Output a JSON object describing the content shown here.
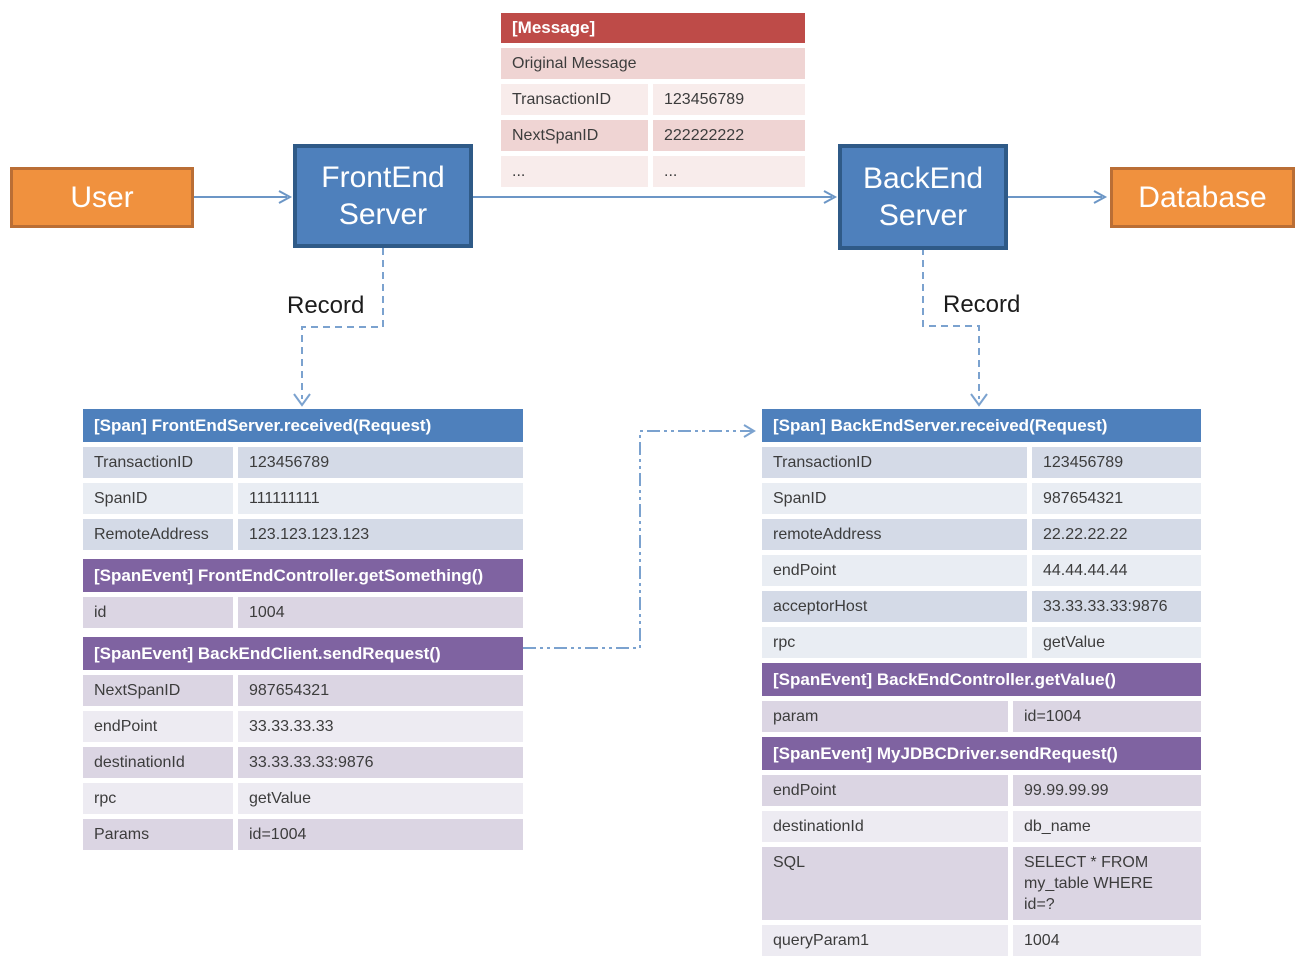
{
  "colors": {
    "orange_fill": "#F0913E",
    "orange_border": "#BA6E35",
    "blue_fill": "#4E80BC",
    "blue_border": "#2F5A87",
    "red_header": "#BE4B48",
    "purple_header": "#7F63A1",
    "solid_arrow": "#6C96C6",
    "dashed_arrow": "#7BA2CF",
    "row_blue_dark": "#D4DAE7",
    "row_blue_light": "#E9EDF3",
    "row_purple_dark": "#DBD5E3",
    "row_purple_light": "#EDEBF2",
    "row_pink_dark": "#EFD4D3",
    "row_pink_light": "#F8ECEB"
  },
  "nodes": {
    "user": {
      "label": "User"
    },
    "frontend": {
      "line1": "FrontEnd",
      "line2": "Server"
    },
    "backend": {
      "line1": "BackEnd",
      "line2": "Server"
    },
    "database": {
      "label": "Database"
    }
  },
  "record_labels": {
    "left": "Record",
    "right": "Record"
  },
  "message_table": {
    "sections": [
      {
        "kind": "message",
        "header": "[Message]",
        "rows": [
          [
            "Original Message",
            null
          ],
          [
            "TransactionID",
            "123456789"
          ],
          [
            "NextSpanID",
            "222222222"
          ],
          [
            "...",
            "..."
          ]
        ]
      }
    ]
  },
  "left_table": {
    "sections": [
      {
        "kind": "span",
        "header": "[Span] FrontEndServer.received(Request)",
        "rows": [
          [
            "TransactionID",
            "123456789"
          ],
          [
            "SpanID",
            "111111111"
          ],
          [
            "RemoteAddress",
            "123.123.123.123"
          ]
        ]
      },
      {
        "kind": "spanevent",
        "header": "[SpanEvent] FrontEndController.getSomething()",
        "rows": [
          [
            "id",
            "1004"
          ]
        ]
      },
      {
        "kind": "spanevent",
        "header": "[SpanEvent] BackEndClient.sendRequest()",
        "rows": [
          [
            "NextSpanID",
            "987654321"
          ],
          [
            "endPoint",
            "33.33.33.33"
          ],
          [
            "destinationId",
            "33.33.33.33:9876"
          ],
          [
            "rpc",
            "getValue"
          ],
          [
            "Params",
            "id=1004"
          ]
        ]
      }
    ]
  },
  "right_table": {
    "sections": [
      {
        "kind": "span",
        "header": "[Span] BackEndServer.received(Request)",
        "rows": [
          [
            "TransactionID",
            "123456789"
          ],
          [
            "SpanID",
            "987654321"
          ],
          [
            "remoteAddress",
            "22.22.22.22"
          ],
          [
            "endPoint",
            "44.44.44.44"
          ],
          [
            "acceptorHost",
            "33.33.33.33:9876"
          ],
          [
            "rpc",
            "getValue"
          ]
        ]
      },
      {
        "kind": "spanevent",
        "header": "[SpanEvent] BackEndController.getValue()",
        "rows": [
          [
            "param",
            "id=1004"
          ]
        ]
      },
      {
        "kind": "spanevent",
        "header": "[SpanEvent] MyJDBCDriver.sendRequest()",
        "rows": [
          [
            "endPoint",
            "99.99.99.99"
          ],
          [
            "destinationId",
            "db_name"
          ],
          [
            "SQL",
            "SELECT * FROM\nmy_table WHERE\nid=?"
          ],
          [
            "queryParam1",
            "1004"
          ]
        ]
      }
    ]
  }
}
